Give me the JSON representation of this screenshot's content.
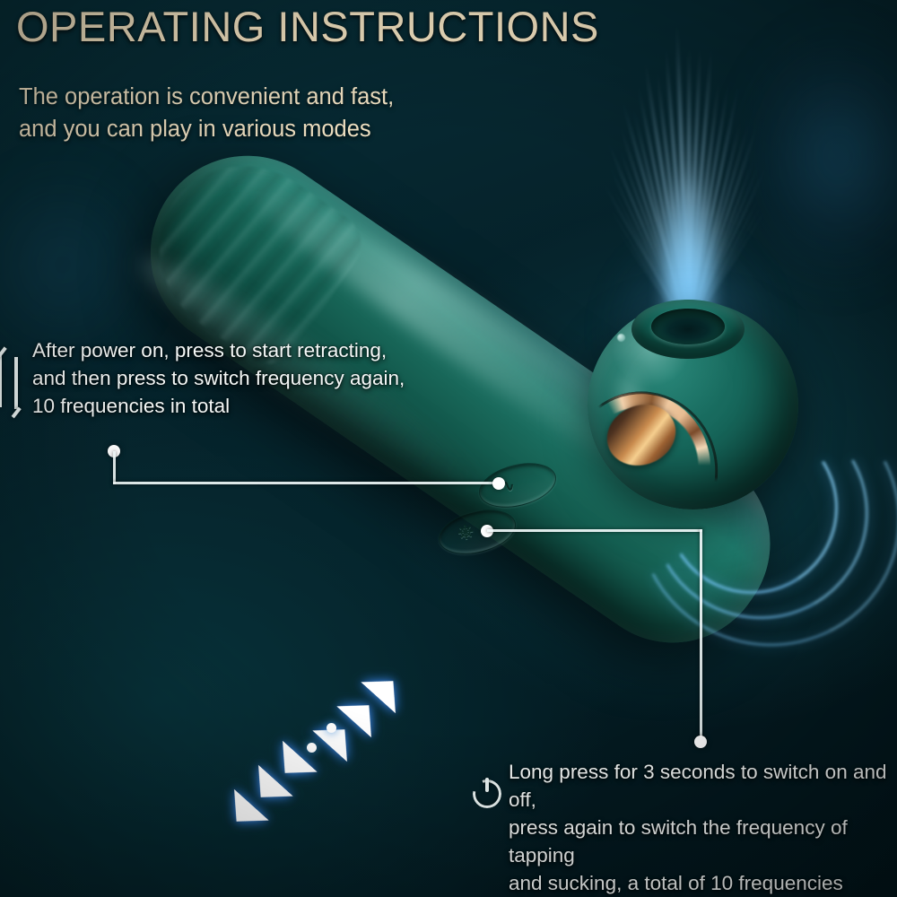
{
  "header": {
    "title": "OPERATING INSTRUCTIONS",
    "subtitle": "The operation is convenient and fast,\nand you can play in various modes",
    "title_color": "#f7e7c5",
    "subtitle_color": "#f3e4c5"
  },
  "callouts": [
    {
      "id": "frequency-callout",
      "text": "After power on, press to start retracting,\nand then press to switch frequency again,\n10 frequencies in total",
      "icon": "up-down-arrow-icon",
      "target_button": "mode-button"
    },
    {
      "id": "power-callout",
      "text": "Long press for 3 seconds to switch on and off,\npress again to switch the frequency of tapping\nand sucking, a total of 10 frequencies",
      "icon": "power-icon",
      "target_button": "power-button"
    }
  ],
  "product": {
    "name": "suction-wand-device",
    "body_color": "#17685c",
    "accent_ring_color": "#e8bd92",
    "spray_color": "#78c8fa",
    "wave_color": "#8cd7ff",
    "buttons": [
      {
        "id": "mode-button",
        "glyph": "vibration-wave-glyph"
      },
      {
        "id": "power-button",
        "glyph": "power-glyph"
      }
    ],
    "handle_graphic": {
      "name": "bidirectional-chevron-graphic",
      "chevrons_up": 3,
      "chevrons_down": 3,
      "dots": 3,
      "color": "#ffffff"
    }
  },
  "background": {
    "base_color": "#052028",
    "glow_color": "#3696d2"
  }
}
